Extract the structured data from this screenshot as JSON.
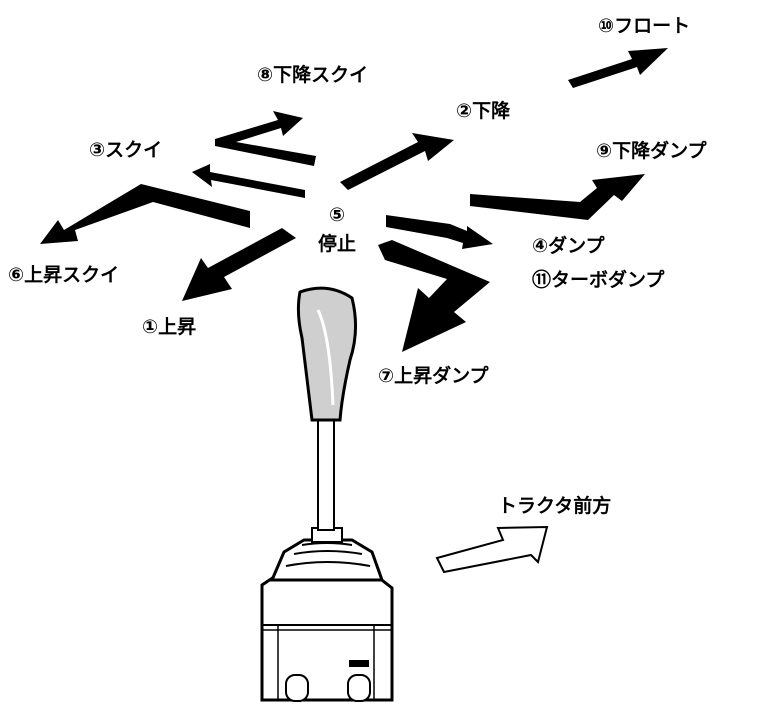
{
  "labels": {
    "float": "⑩フロート",
    "lower_scoop": "⑧下降スクイ",
    "lower": "②下降",
    "scoop": "③スクイ",
    "lower_dump": "⑨下降ダンプ",
    "stop_num": "⑤",
    "stop": "停止",
    "dump": "④ダンプ",
    "turbo_dump": "⑪ターボダンプ",
    "raise_scoop": "⑥上昇スクイ",
    "raise": "①上昇",
    "raise_dump": "⑦上昇ダンプ",
    "tractor_forward": "トラクタ前方"
  },
  "colors": {
    "ink": "#000000",
    "paper": "#ffffff",
    "knob_shade": "#cfcfcf"
  }
}
